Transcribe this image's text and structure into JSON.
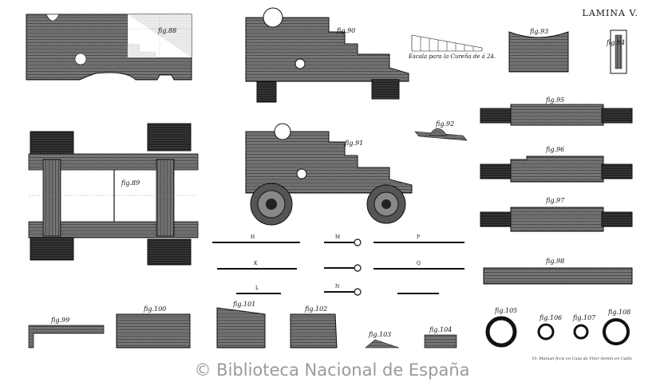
{
  "plate": {
    "title": "LAMINA V.",
    "scale_label": "Escala para la Cureña de á 24.",
    "engraver": "Vt. Manuel fecit en Casa de Vitor Semin en Cadiz",
    "credit": "© Biblioteca Nacional de España"
  },
  "figures": {
    "fig88": "fig.88",
    "fig89": "fig.89",
    "fig90": "fig.90",
    "fig91": "fig.91",
    "fig92": "fig.92",
    "fig93": "fig.93",
    "fig94": "fig.94",
    "fig95": "fig.95",
    "fig96": "fig.96",
    "fig97": "fig.97",
    "fig98": "fig.98",
    "fig99": "fig.99",
    "fig100": "fig.100",
    "fig101": "fig.101",
    "fig102": "fig.102",
    "fig103": "fig.103",
    "fig104": "fig.104",
    "fig105": "fig.105",
    "fig106": "fig.106",
    "fig107": "fig.107",
    "fig108": "fig.108"
  },
  "bolts": {
    "H": "H",
    "P": "P",
    "K": "K",
    "Q": "Q",
    "L": "L",
    "M": "M",
    "N": "N"
  },
  "colors": {
    "ink": "#1a1a1a",
    "wood": "#6b6b6b",
    "paper": "#ffffff",
    "credit": "#9a9a9a"
  }
}
